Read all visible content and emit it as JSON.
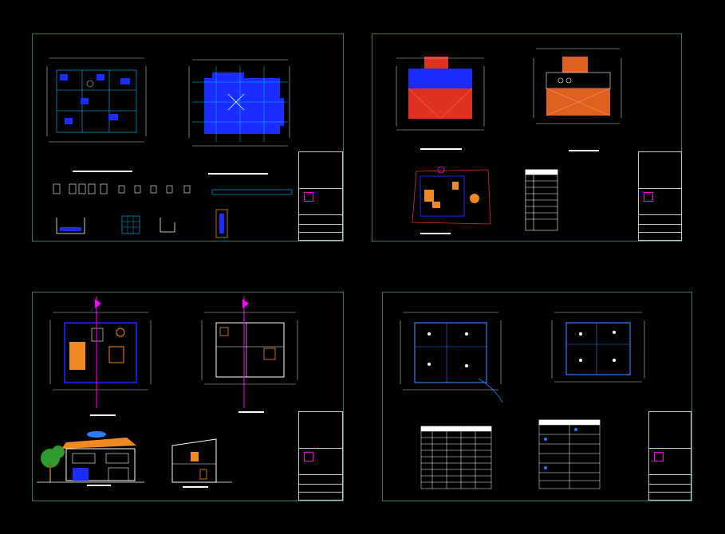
{
  "canvas": {
    "background": "#000000"
  },
  "colors": {
    "sheet_border": "#2e7d63",
    "dim_line": "#c8c8c8",
    "grid_line": "#00c8ff",
    "wall_blue": "#1a2cff",
    "roof_red": "#e03020",
    "roof_orange": "#e06020",
    "furniture_orange": "#f08a20",
    "accent_magenta": "#ff00ff",
    "text_yellow": "#ffdd00",
    "tree_green": "#2f9a2f"
  },
  "sheets": [
    {
      "id": "sheet-1",
      "content": [
        "foundation-plan",
        "structural-plan-blue",
        "column-details",
        "footing-details"
      ]
    },
    {
      "id": "sheet-2",
      "content": [
        "roof-plan-red-blue",
        "roof-plan-orange",
        "site-plan",
        "legend-table"
      ]
    },
    {
      "id": "sheet-3",
      "content": [
        "floor-plan-ground",
        "floor-plan-upper",
        "elevation-front",
        "section"
      ]
    },
    {
      "id": "sheet-4",
      "content": [
        "electrical-plan-ground",
        "electrical-plan-upper",
        "schedule-table",
        "symbol-legend"
      ]
    }
  ],
  "icons": [
    "north-arrow-icon",
    "tree-icon",
    "cloud-icon"
  ]
}
